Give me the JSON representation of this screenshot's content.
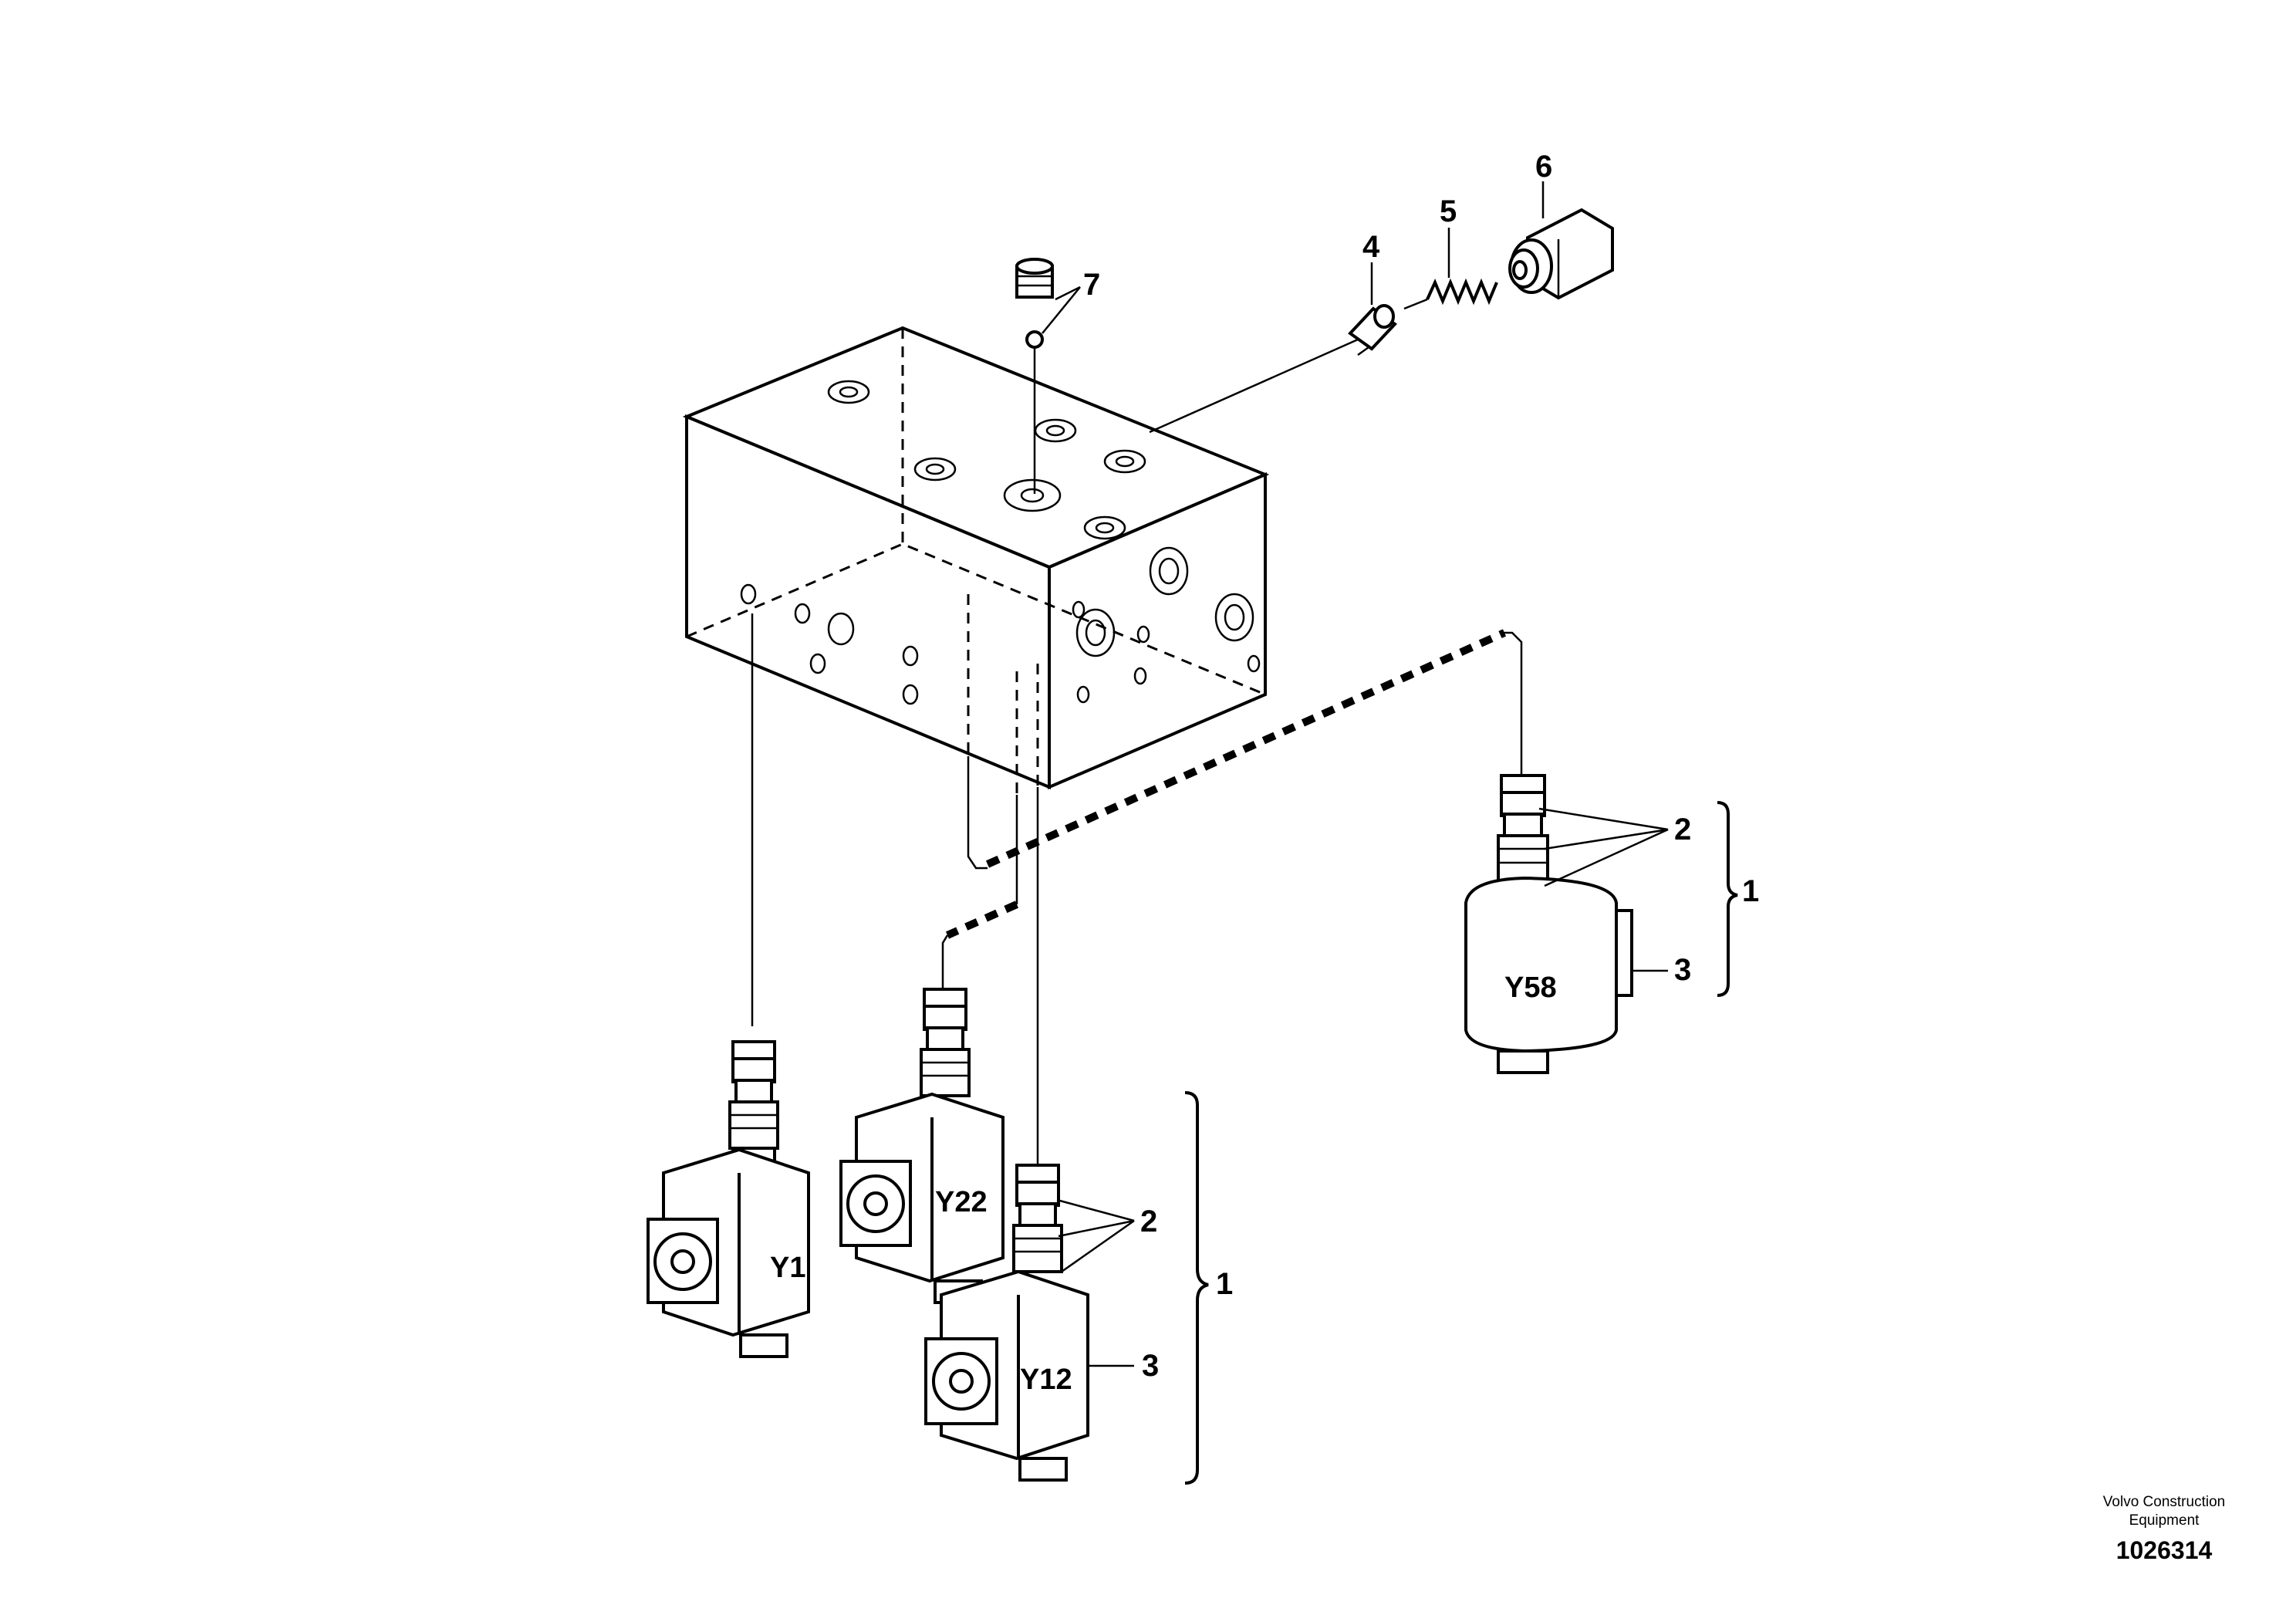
{
  "callouts": {
    "c1_top": "1",
    "c1_bottom": "1",
    "c2_top": "2",
    "c2_bottom": "2",
    "c3_top": "3",
    "c3_bottom": "3",
    "c4": "4",
    "c5": "5",
    "c6": "6",
    "c7": "7"
  },
  "solenoids": {
    "y1": "Y1",
    "y22": "Y22",
    "y12": "Y12",
    "y58": "Y58"
  },
  "footer": {
    "org_line1": "Volvo Construction",
    "org_line2": "Equipment",
    "drawing_number": "1026314"
  }
}
